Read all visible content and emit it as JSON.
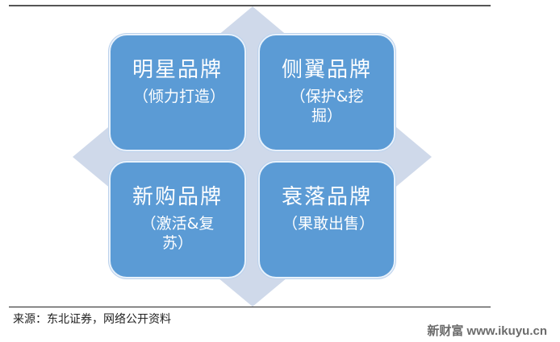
{
  "diagram": {
    "quadrants": [
      {
        "position": "top-left",
        "title": "明星品牌",
        "subtitle": "（倾力打造）"
      },
      {
        "position": "top-right",
        "title": "侧翼品牌",
        "subtitle": "（保护&挖掘）"
      },
      {
        "position": "bottom-left",
        "title": "新购品牌",
        "subtitle": "（激活&复苏）"
      },
      {
        "position": "bottom-right",
        "title": "衰落品牌",
        "subtitle": "（果敢出售）"
      }
    ],
    "colors": {
      "box_fill": "#5b9bd5",
      "box_border": "#e8f1fb",
      "diamond_fill": "#cfd9ea",
      "text": "#ffffff"
    }
  },
  "footer": {
    "source": "来源：东北证券，网络公开资料",
    "watermark": "新财富 www.ikuyu.cn"
  }
}
